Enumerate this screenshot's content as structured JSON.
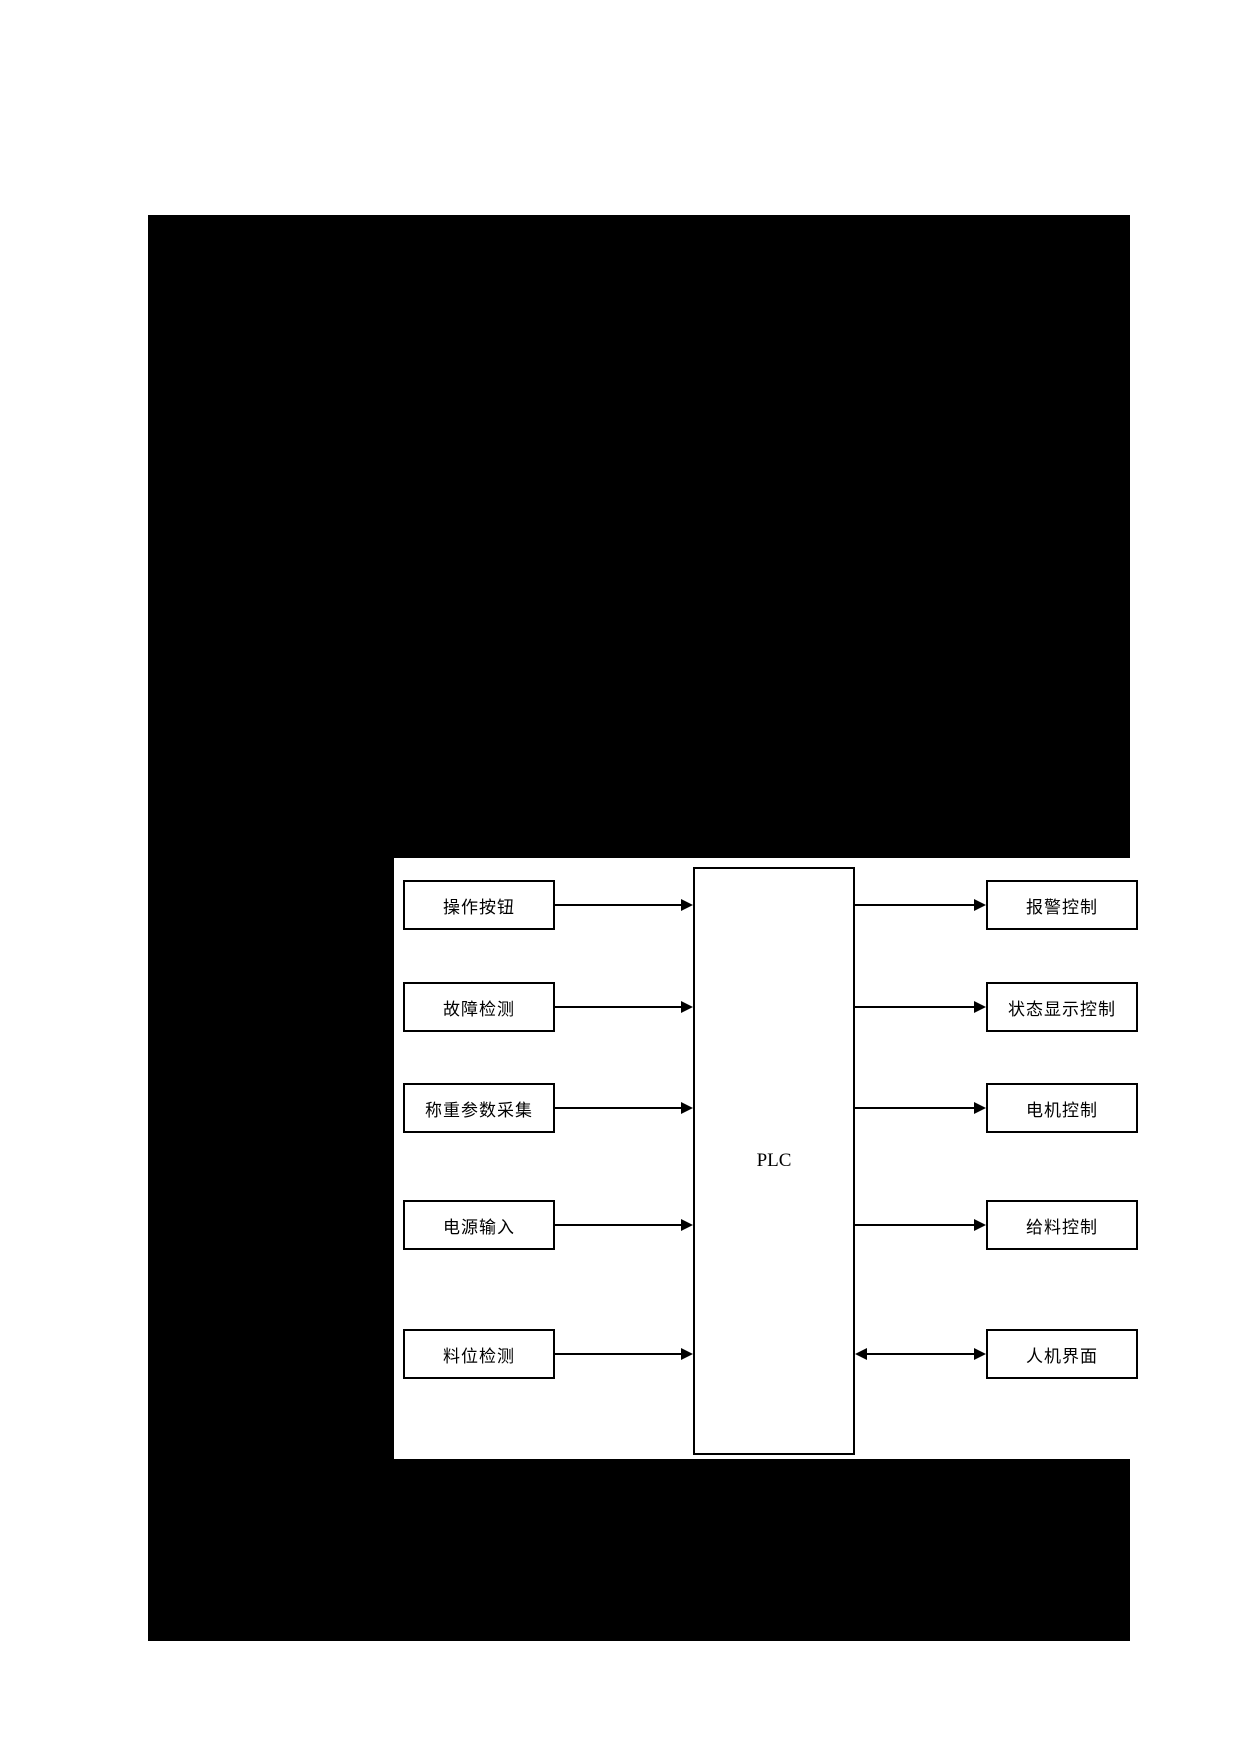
{
  "diagram": {
    "plc": {
      "label": "PLC",
      "name": "plc-box"
    },
    "left_items": [
      {
        "label": "操作按钮",
        "name": "operation-buttons",
        "arrow": "right"
      },
      {
        "label": "故障检测",
        "name": "fault-detection",
        "arrow": "right"
      },
      {
        "label": "称重参数采集",
        "name": "weighing-parameter-acquisition",
        "arrow": "right"
      },
      {
        "label": "电源输入",
        "name": "power-input",
        "arrow": "right"
      },
      {
        "label": "料位检测",
        "name": "material-level-detection",
        "arrow": "right"
      }
    ],
    "right_items": [
      {
        "label": "报警控制",
        "name": "alarm-control",
        "arrow": "right"
      },
      {
        "label": "状态显示控制",
        "name": "status-display-control",
        "arrow": "right"
      },
      {
        "label": "电机控制",
        "name": "motor-control",
        "arrow": "right"
      },
      {
        "label": "给料控制",
        "name": "feeding-control",
        "arrow": "right"
      },
      {
        "label": "人机界面",
        "name": "human-machine-interface",
        "arrow": "both"
      }
    ],
    "colors": {
      "page_background": "#ffffff",
      "field_background": "#000000",
      "panel_background": "#ffffff",
      "line": "#000000",
      "text": "#000000"
    }
  }
}
